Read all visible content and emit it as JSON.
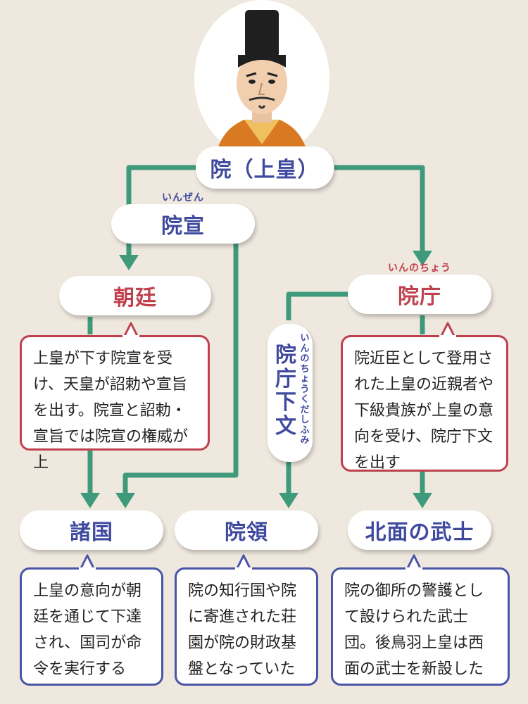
{
  "diagram": {
    "top": {
      "label": "院（上皇）"
    },
    "insen": {
      "label": "院宣",
      "ruby": "いんぜん"
    },
    "chotei": {
      "label": "朝廷"
    },
    "incho": {
      "label": "院庁",
      "ruby": "いんのちょう"
    },
    "incho_kudashibumi": {
      "label": "院庁下文",
      "ruby": "いんのちょうくだしふみ"
    },
    "shokoku": {
      "label": "諸国"
    },
    "inryo": {
      "label": "院領"
    },
    "hokumen": {
      "label": "北面の武士"
    },
    "chotei_note": "上皇が下す院宣を受け、天皇が詔勅や宣旨を出す。院宣と詔勅・宣旨では院宣の権威が上",
    "incho_note": "院近臣として登用された上皇の近親者や下級貴族が上皇の意向を受け、院庁下文を出す",
    "shokoku_note": "上皇の意向が朝廷を通じて下達され、国司が命令を実行する",
    "inryo_note": "院の知行国や院に寄進された荘園が院の財政基盤となっていた",
    "hokumen_note": "院の御所の警護として設けられた武士団。後鳥羽上皇は西面の武士を新設した"
  },
  "colors": {
    "green": "#3f9a7c",
    "red": "#c0414e",
    "blue": "#4b55a5",
    "background": "#efe8de"
  }
}
